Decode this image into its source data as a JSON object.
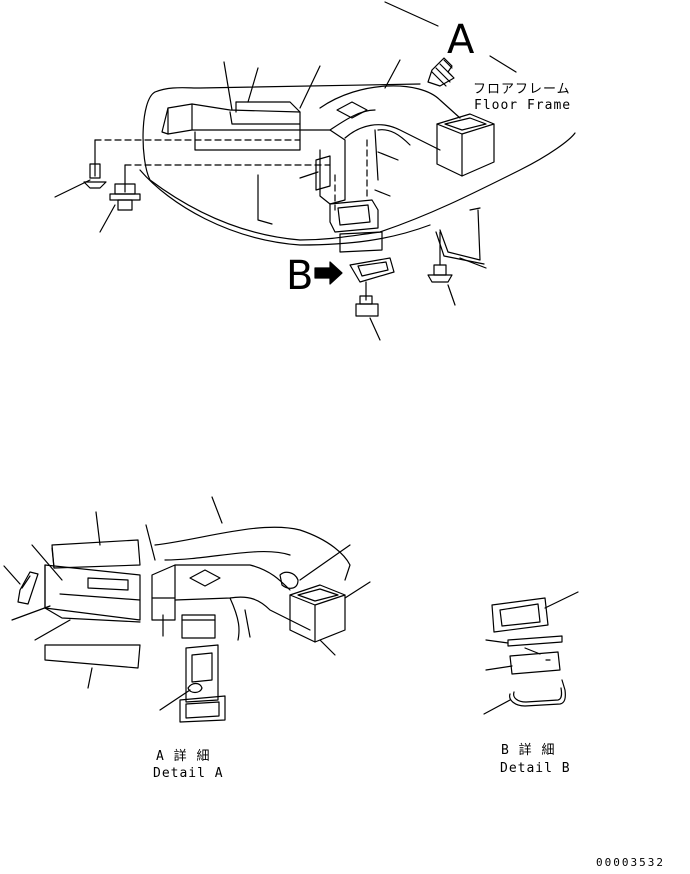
{
  "callouts": {
    "view_a": "A",
    "view_b": "B"
  },
  "floor_frame": {
    "jp": "フロアフレーム",
    "en": "Floor Frame"
  },
  "detail_a": {
    "jp": "A 詳 細",
    "en": "Detail A"
  },
  "detail_b": {
    "jp": "B 詳 細",
    "en": "Detail B"
  },
  "drawing_number": "00003532",
  "icons": {
    "view_a_arrow": "hatched-arrow-icon",
    "view_b_arrow": "solid-arrow-icon"
  }
}
